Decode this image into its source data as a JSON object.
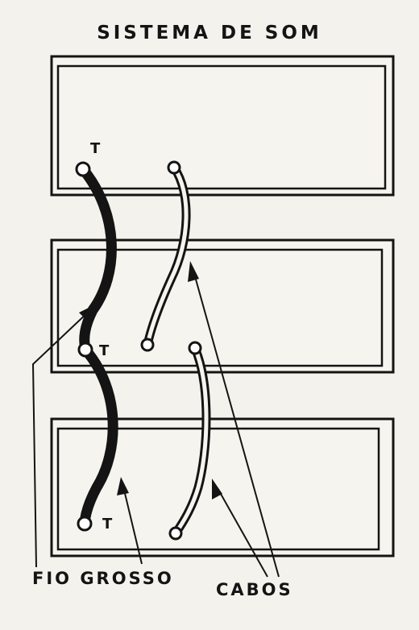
{
  "title": "SISTEMA DE SOM",
  "labels": {
    "thick_wire": "FIO GROSSO",
    "cables": "CABOS",
    "terminal": "T"
  },
  "colors": {
    "ink": "#141414",
    "paper": "#f4f2ec"
  }
}
